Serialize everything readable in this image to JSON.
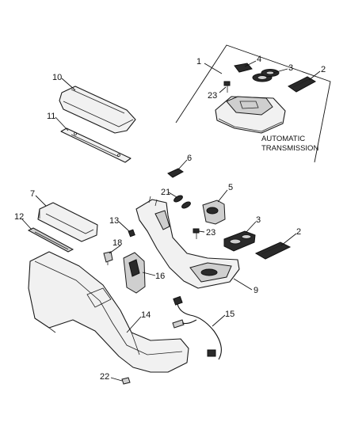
{
  "callouts": {
    "c1": "1",
    "c2": "2",
    "c3": "3",
    "c4": "4",
    "c23a": "23",
    "c10": "10",
    "c11": "11",
    "c6": "6",
    "c21": "21",
    "c5": "5",
    "c7": "7",
    "c12": "12",
    "c13": "13",
    "c23b": "23",
    "c3b": "3",
    "c2b": "2",
    "c18": "18",
    "c16": "16",
    "c9": "9",
    "c14": "14",
    "c15": "15",
    "c22": "22"
  },
  "inset_note": {
    "line1": "AUTOMATIC",
    "line2": "TRANSMISSION"
  }
}
